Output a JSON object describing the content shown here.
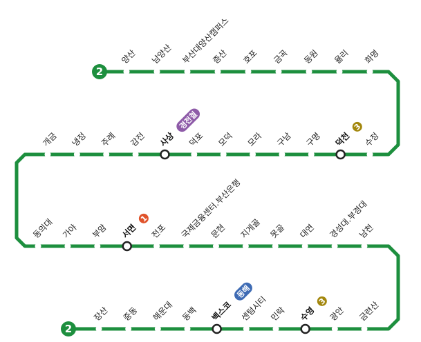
{
  "line": {
    "number": "2",
    "color": "#1d8f3e",
    "rows": [
      {
        "stations": [
          {
            "name": "양산"
          },
          {
            "name": "남양산"
          },
          {
            "name": "부산대양산캠퍼스"
          },
          {
            "name": "증산"
          },
          {
            "name": "호포"
          },
          {
            "name": "금곡"
          },
          {
            "name": "동원"
          },
          {
            "name": "율리"
          },
          {
            "name": "화명"
          }
        ]
      },
      {
        "stations": [
          {
            "name": "수정"
          },
          {
            "name": "덕천",
            "transfer": true,
            "transfer_lines": [
              {
                "label": "3",
                "color": "#a3870d",
                "shape": "circle"
              }
            ]
          },
          {
            "name": "구명"
          },
          {
            "name": "구남"
          },
          {
            "name": "모라"
          },
          {
            "name": "모덕"
          },
          {
            "name": "덕포"
          },
          {
            "name": "사상",
            "transfer": true,
            "transfer_lines": [
              {
                "label": "경전철",
                "color": "#8e5ba8",
                "shape": "pill"
              }
            ]
          },
          {
            "name": "감전"
          },
          {
            "name": "주례"
          },
          {
            "name": "냉정"
          },
          {
            "name": "개금"
          }
        ]
      },
      {
        "stations": [
          {
            "name": "동의대"
          },
          {
            "name": "가야"
          },
          {
            "name": "부암"
          },
          {
            "name": "서면",
            "transfer": true,
            "transfer_lines": [
              {
                "label": "1",
                "color": "#e0532b",
                "shape": "circle"
              }
            ]
          },
          {
            "name": "전포"
          },
          {
            "name": "국제금융센터.부산은행"
          },
          {
            "name": "문현"
          },
          {
            "name": "지게골"
          },
          {
            "name": "못골"
          },
          {
            "name": "대연"
          },
          {
            "name": "경성대.부경대"
          },
          {
            "name": "남천"
          }
        ]
      },
      {
        "stations": [
          {
            "name": "장산"
          },
          {
            "name": "중동"
          },
          {
            "name": "해운대"
          },
          {
            "name": "동백"
          },
          {
            "name": "벡스코",
            "transfer": true,
            "transfer_lines": [
              {
                "label": "동해",
                "color": "#3e6bb4",
                "shape": "pill"
              }
            ]
          },
          {
            "name": "센텀시티"
          },
          {
            "name": "민락"
          },
          {
            "name": "수영",
            "transfer": true,
            "transfer_lines": [
              {
                "label": "3",
                "color": "#a3870d",
                "shape": "circle"
              }
            ]
          },
          {
            "name": "광안"
          },
          {
            "name": "금련산"
          }
        ]
      }
    ]
  }
}
